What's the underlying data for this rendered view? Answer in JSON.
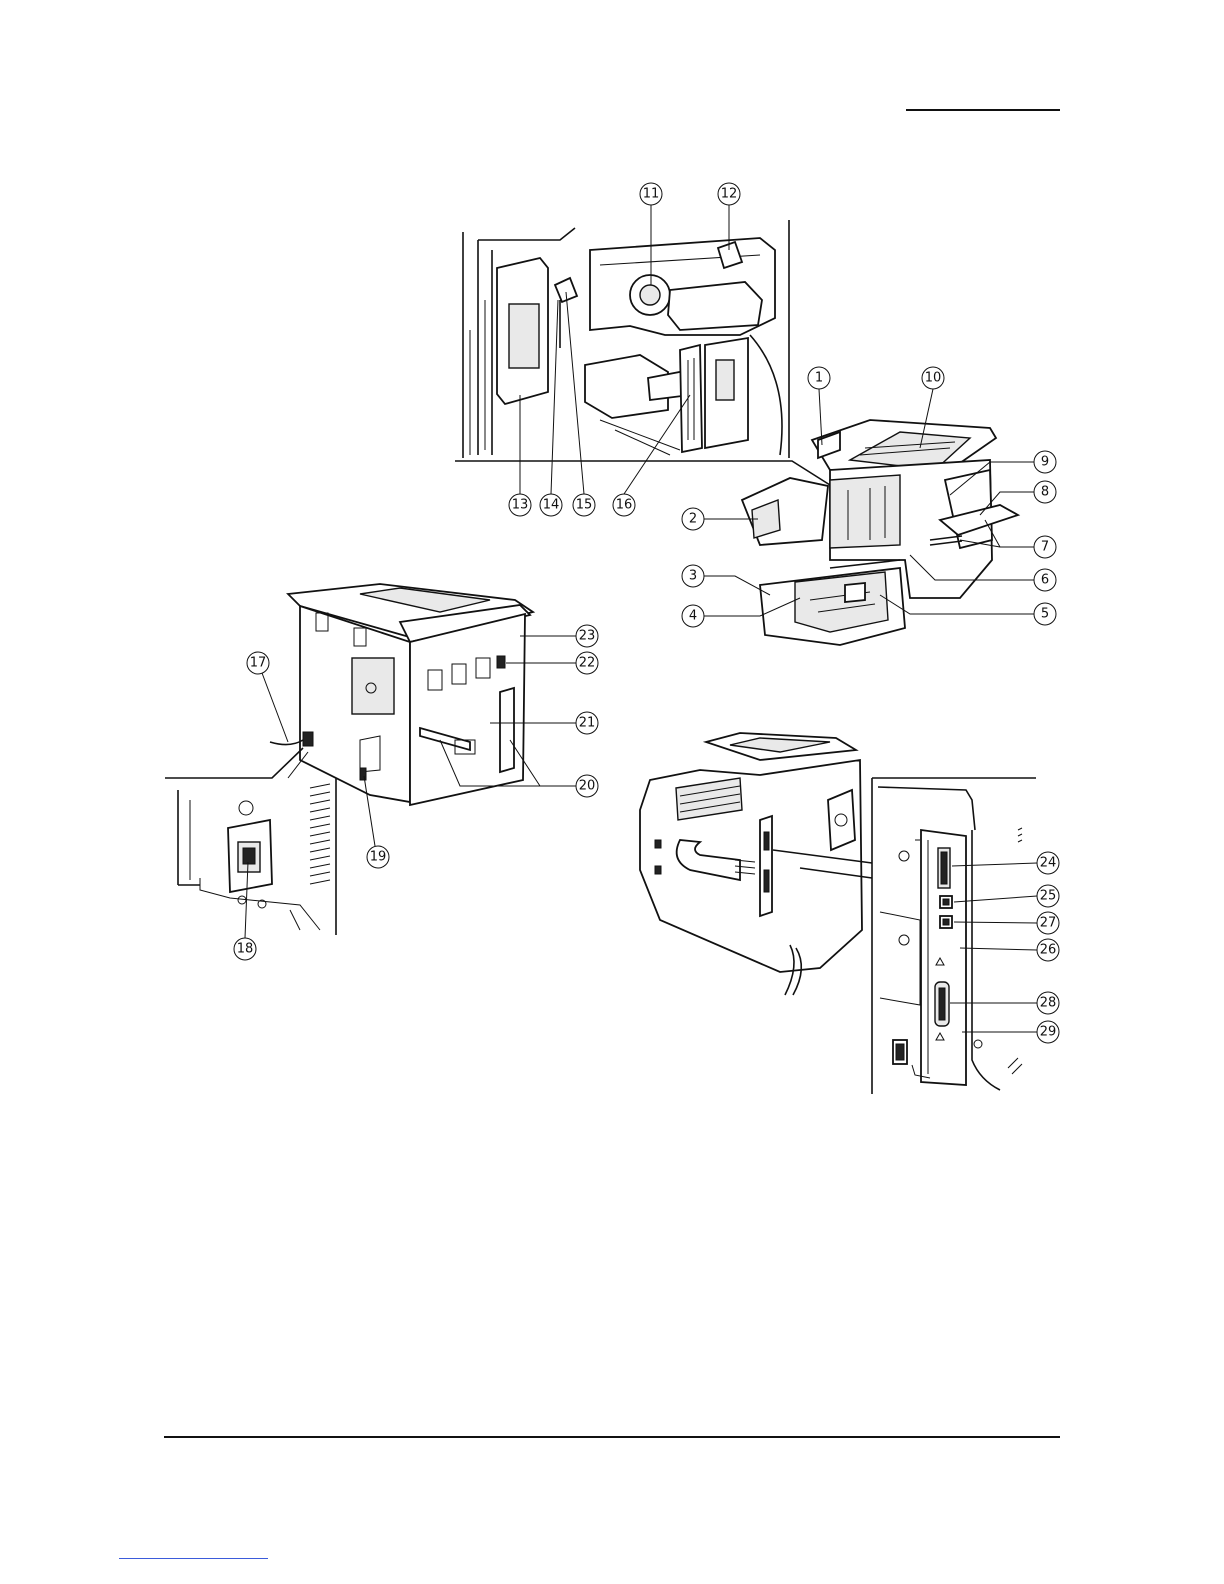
{
  "callouts": [
    {
      "id": "c1",
      "label": "1"
    },
    {
      "id": "c2",
      "label": "2"
    },
    {
      "id": "c3",
      "label": "3"
    },
    {
      "id": "c4",
      "label": "4"
    },
    {
      "id": "c5",
      "label": "5"
    },
    {
      "id": "c6",
      "label": "6"
    },
    {
      "id": "c7",
      "label": "7"
    },
    {
      "id": "c8",
      "label": "8"
    },
    {
      "id": "c9",
      "label": "9"
    },
    {
      "id": "c10",
      "label": "10"
    },
    {
      "id": "c11",
      "label": "11"
    },
    {
      "id": "c12",
      "label": "12"
    },
    {
      "id": "c13",
      "label": "13"
    },
    {
      "id": "c14",
      "label": "14"
    },
    {
      "id": "c15",
      "label": "15"
    },
    {
      "id": "c16",
      "label": "16"
    },
    {
      "id": "c17",
      "label": "17"
    },
    {
      "id": "c18",
      "label": "18"
    },
    {
      "id": "c19",
      "label": "19"
    },
    {
      "id": "c20",
      "label": "20"
    },
    {
      "id": "c21",
      "label": "21"
    },
    {
      "id": "c22",
      "label": "22"
    },
    {
      "id": "c23",
      "label": "23"
    },
    {
      "id": "c24",
      "label": "24"
    },
    {
      "id": "c25",
      "label": "25"
    },
    {
      "id": "c26",
      "label": "26"
    },
    {
      "id": "c27",
      "label": "27"
    },
    {
      "id": "c28",
      "label": "28"
    },
    {
      "id": "c29",
      "label": "29"
    }
  ],
  "colors": {
    "ink": "#111111",
    "footer_link_rule": "#3b5bdb"
  }
}
